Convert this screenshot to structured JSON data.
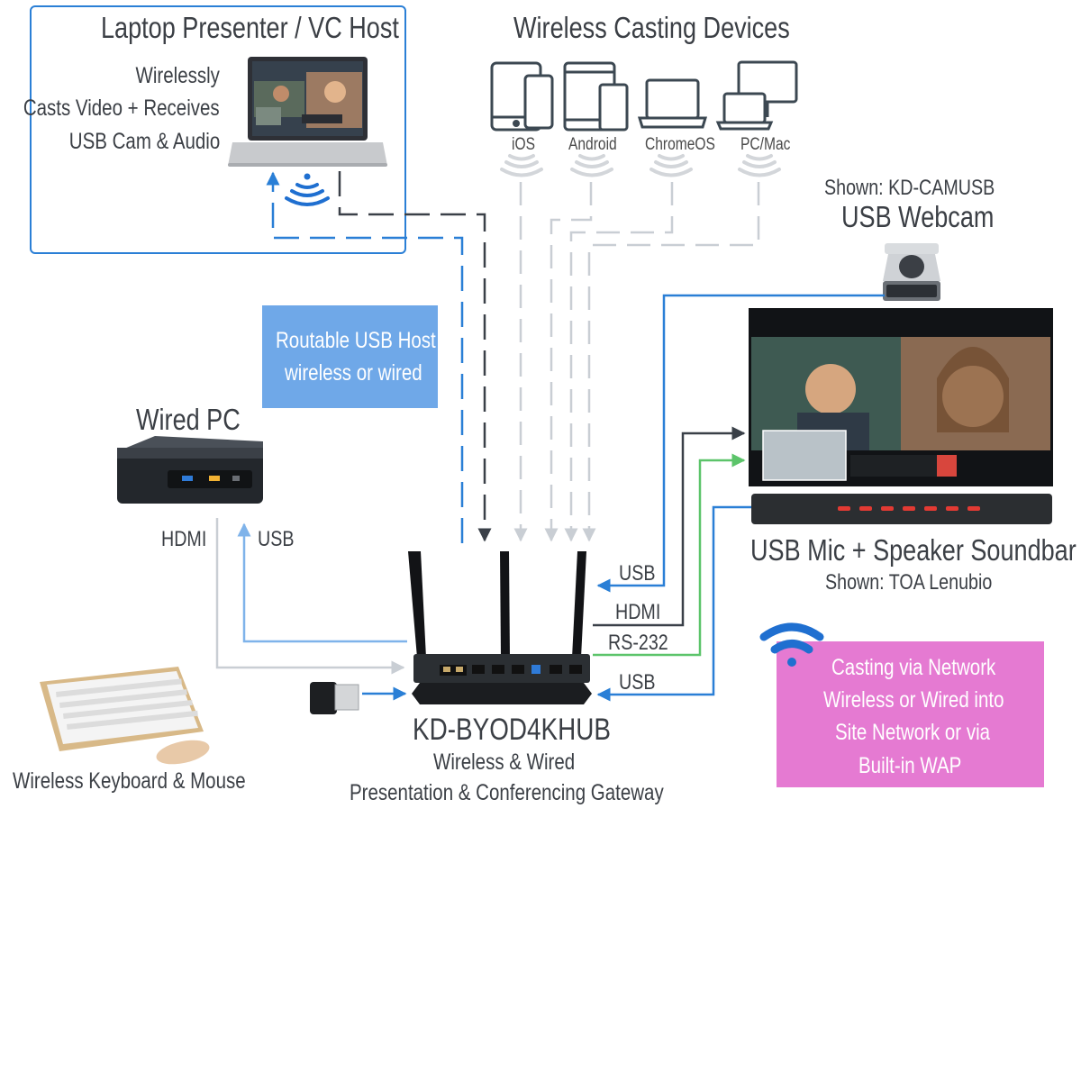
{
  "laptop": {
    "title": "Laptop Presenter / VC Host",
    "desc_line1": "Wirelessly",
    "desc_line2": "Casts Video + Receives",
    "desc_line3": "USB Cam & Audio"
  },
  "casting_devices": {
    "title": "Wireless Casting Devices",
    "items": [
      {
        "label": "iOS",
        "icon": "tablet-phone-icon"
      },
      {
        "label": "Android",
        "icon": "android-tablet-phone-icon"
      },
      {
        "label": "ChromeOS",
        "icon": "laptop-icon"
      },
      {
        "label": "PC/Mac",
        "icon": "desktop-laptop-icon"
      }
    ]
  },
  "webcam": {
    "shown": "Shown: KD-CAMUSB",
    "title": "USB Webcam"
  },
  "routable": {
    "line1": "Routable USB Host",
    "line2": "wireless or wired"
  },
  "wired_pc": {
    "title": "Wired PC",
    "hdmi": "HDMI",
    "usb": "USB"
  },
  "hub": {
    "name": "KD-BYOD4KHUB",
    "desc_line1": "Wireless & Wired",
    "desc_line2": "Presentation & Conferencing Gateway"
  },
  "ports": {
    "usb_top": "USB",
    "hdmi": "HDMI",
    "rs232": "RS-232",
    "usb_bottom": "USB"
  },
  "soundbar": {
    "title": "USB Mic + Speaker Soundbar",
    "shown": "Shown: TOA Lenubio"
  },
  "casting_note": {
    "line1": "Casting via Network",
    "line2": "Wireless or Wired into",
    "line3": "Site Network or via",
    "line4": "Built-in  WAP"
  },
  "keyboard": {
    "label": "Wireless Keyboard & Mouse"
  },
  "colors": {
    "blue_frame": "#2a7fd6",
    "routable_bg": "#6fa8e8",
    "cast_bg": "#e57ad2",
    "line_dark": "#3a4048",
    "line_blue": "#2a7fd6",
    "line_light_blue": "#7fb3ea",
    "line_gray": "#c9ced4",
    "line_green": "#5cc46a"
  }
}
